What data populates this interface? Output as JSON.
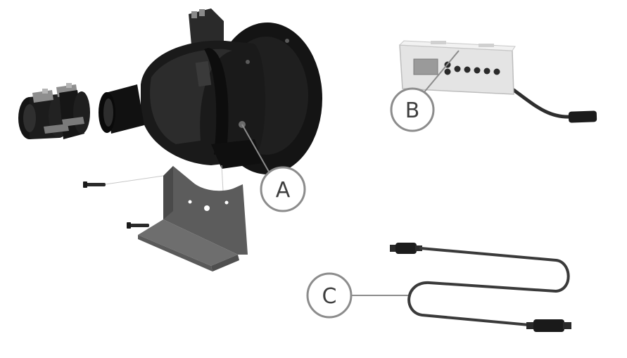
{
  "callouts": {
    "a": "A",
    "b": "B",
    "c": "C"
  },
  "icons": {
    "blower": "blower-icon",
    "bracket": "mounting-bracket-icon",
    "couplings": "rubber-coupling-icon",
    "screws": "screw-icon",
    "control": "control-panel-icon",
    "cable": "extension-cable-icon"
  },
  "colors": {
    "background": "#ffffff",
    "callout_ring": "#8c8c8c",
    "callout_text": "#3f3f3f",
    "blower_body": "#1c1c1c",
    "bracket": "#5a5a5a",
    "panel": "#e6e6e6",
    "cable": "#3a3a3a"
  }
}
